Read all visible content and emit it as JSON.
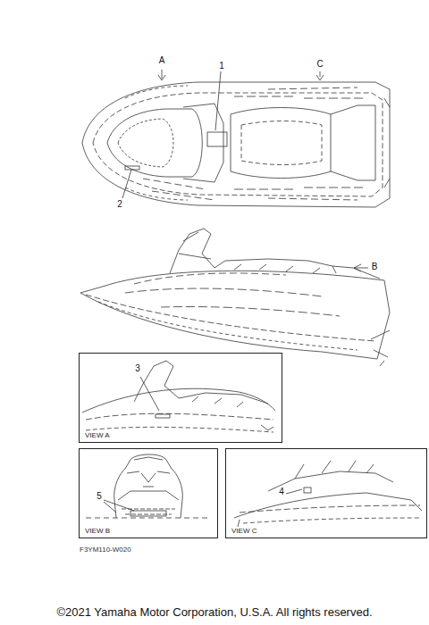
{
  "diagram": {
    "nodes": [
      {
        "text": [
          "VIEW A"
        ]
      },
      {
        "text": [
          "VIEW B"
        ]
      },
      {
        "text": [
          "VIEW C"
        ]
      }
    ],
    "labels": [
      "A",
      "C",
      "1",
      "2",
      "B",
      "3",
      "5",
      "4",
      "F3YM110-W020",
      "©2021 Yamaha Motor Corporation, U.S.A. All rights reserved."
    ]
  }
}
